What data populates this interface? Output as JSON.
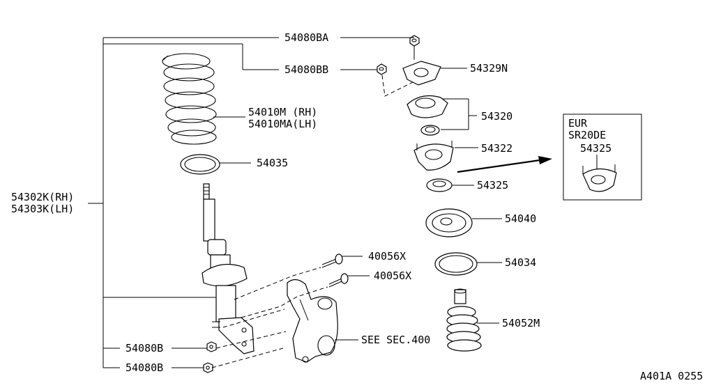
{
  "labels": {
    "nut_top": "54080BA",
    "nut_mid": "54080BB",
    "mount_plate": "54329N",
    "spring": "54010M (RH)",
    "spring_lh": "54010MA(LH)",
    "seat_upper": "54035",
    "insulator": "54320",
    "mount": "54322",
    "bearing": "54325",
    "seat": "54040",
    "rubber_seat": "54034",
    "bumper": "54052M",
    "bolt_upper": "40056X",
    "bolt_lower": "40056X",
    "nut_low1": "54080B",
    "nut_low2": "54080B",
    "strut_rh": "54302K(RH)",
    "strut_lh": "54303K(LH)",
    "knuckle_ref": "SEE SEC.400",
    "diagram_code": "A401A 0255"
  },
  "inset": {
    "line1": "EUR",
    "line2": "SR20DE",
    "part": "54325"
  }
}
